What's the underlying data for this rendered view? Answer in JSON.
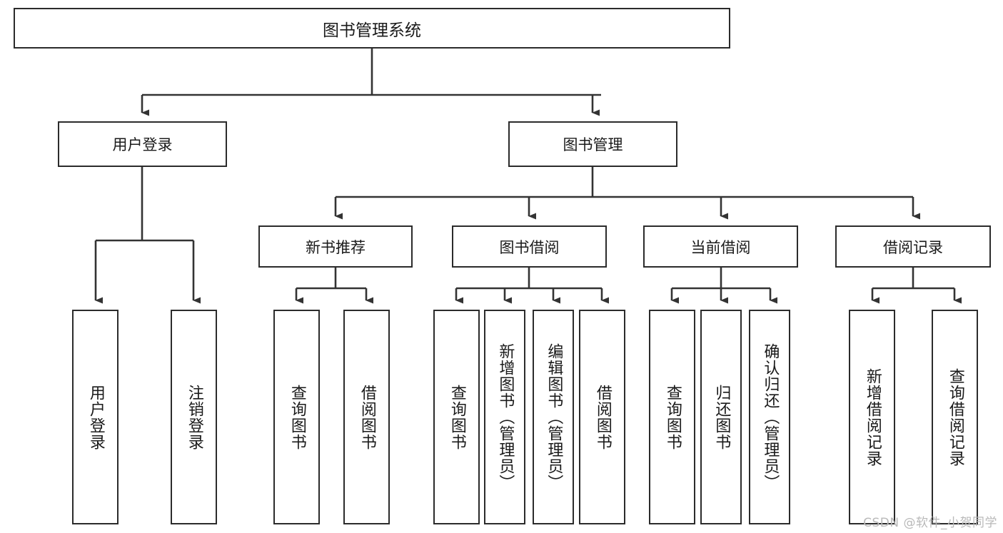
{
  "diagram": {
    "title": "图书管理系统",
    "type": "tree-hierarchy",
    "watermark": "CSDN @软件_小贺同学",
    "colors": {
      "box_border": "#2b2b2b",
      "box_fill": "#ffffff",
      "connector": "#333333",
      "text": "#1a1a1a",
      "watermark": "#b9b9b9",
      "background": "#ffffff"
    },
    "root": {
      "label": "图书管理系统"
    },
    "level2": [
      {
        "label": "用户登录"
      },
      {
        "label": "图书管理"
      }
    ],
    "level3": [
      {
        "label": "新书推荐"
      },
      {
        "label": "图书借阅"
      },
      {
        "label": "当前借阅"
      },
      {
        "label": "借阅记录"
      }
    ],
    "leaves": {
      "user_login": [
        {
          "label": "用户登录"
        },
        {
          "label": "注销登录"
        }
      ],
      "new_book_recommend": [
        {
          "label": "查询图书"
        },
        {
          "label": "借阅图书"
        }
      ],
      "book_borrow": [
        {
          "label": "查询图书"
        },
        {
          "label": "新增图书（管理员）"
        },
        {
          "label": "编辑图书（管理员）"
        },
        {
          "label": "借阅图书"
        }
      ],
      "current_borrow": [
        {
          "label": "查询图书"
        },
        {
          "label": "归还图书"
        },
        {
          "label": "确认归还（管理员）"
        }
      ],
      "borrow_record": [
        {
          "label": "新增借阅记录"
        },
        {
          "label": "查询借阅记录"
        }
      ]
    }
  }
}
